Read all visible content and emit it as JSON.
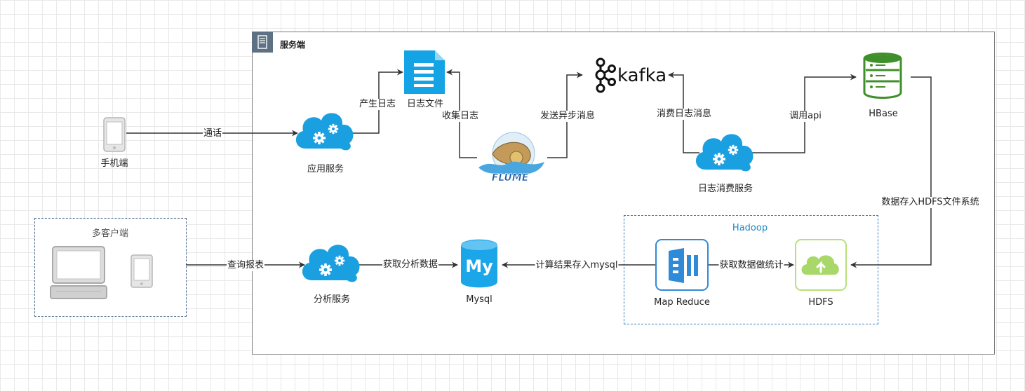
{
  "server": {
    "title": "服务端"
  },
  "clients": {
    "multi_title": "多客户端"
  },
  "hadoop": {
    "title": "Hadoop"
  },
  "nodes": {
    "phone": "手机端",
    "app_service": "应用服务",
    "log_file": "日志文件",
    "kafka": "kafka",
    "flume": "FLUME",
    "hbase": "HBase",
    "log_consumer": "日志消费服务",
    "analysis_service": "分析服务",
    "mysql": "Mysql",
    "mysql_logo": "My",
    "mapreduce": "Map Reduce",
    "hdfs": "HDFS"
  },
  "edges": {
    "call": "通话",
    "produce_log": "产生日志",
    "collect_log": "收集日志",
    "send_async": "发送异步消息",
    "consume_log": "消费日志消息",
    "call_api": "调用api",
    "store_hdfs": "数据存入HDFS文件系统",
    "query_report": "查询报表",
    "fetch_analysis": "获取分析数据",
    "store_mysql": "计算结果存入mysql",
    "fetch_stats": "获取数据做统计"
  },
  "colors": {
    "cloud_blue": "#1a9fe0",
    "doc_blue": "#14a4e6",
    "hbase_green": "#3f8f2a",
    "mysql_blue": "#1ba6ea",
    "mapreduce_blue": "#2f8ad8",
    "hdfs_green": "#b7e07a",
    "edge": "#333333"
  }
}
